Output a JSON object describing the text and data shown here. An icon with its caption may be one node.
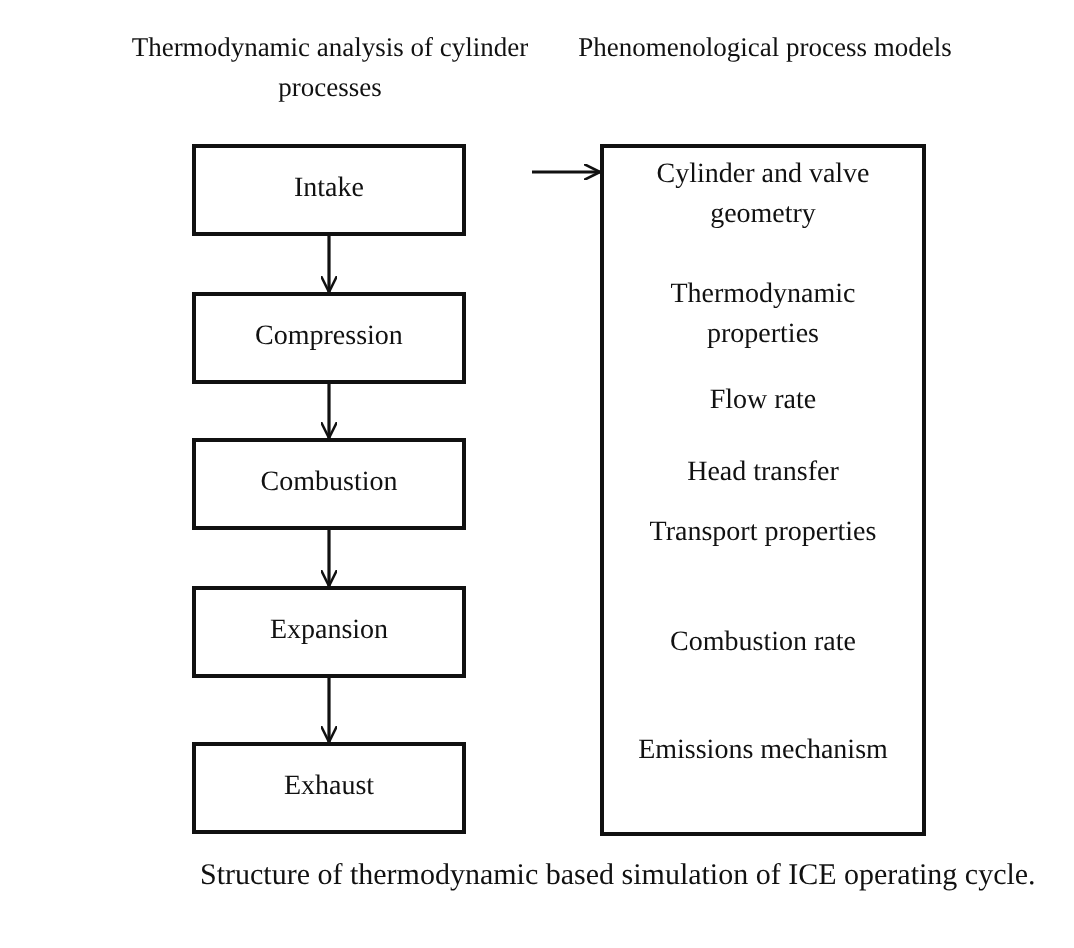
{
  "diagram": {
    "caption": "Structure of thermodynamic based simulation of ICE operating cycle.",
    "nodes": [
      {
        "text": [
          "Intake"
        ]
      },
      {
        "text": [
          "Compression"
        ]
      },
      {
        "text": [
          "Combustion"
        ]
      },
      {
        "text": [
          "Expansion"
        ]
      },
      {
        "text": [
          "Exhaust"
        ]
      },
      {
        "text": [
          "Cylinder and valve geometry",
          "Thermodynamic properties",
          "Flow rate",
          "Head transfer",
          "Transport properties",
          "Combustion rate",
          "Emissions mechanism"
        ]
      }
    ],
    "edges": [
      {
        "from": 0,
        "to": 1,
        "arrow": "to"
      },
      {
        "from": 1,
        "to": 2,
        "arrow": "to"
      },
      {
        "from": 2,
        "to": 3,
        "arrow": "to"
      },
      {
        "from": 3,
        "to": 4,
        "arrow": "to"
      },
      {
        "from": null,
        "to": 5,
        "arrow": "to"
      }
    ],
    "labels": [
      "Thermodynamic analysis of cylinder processes",
      "Phenomenological process models"
    ]
  }
}
